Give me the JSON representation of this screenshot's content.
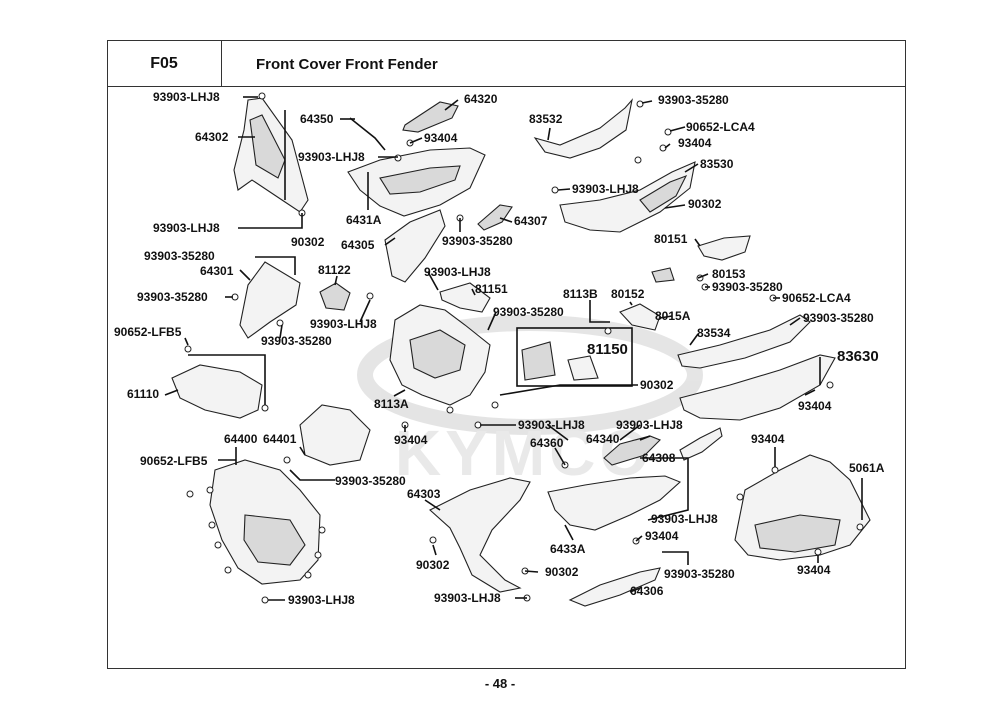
{
  "header": {
    "section_code": "F05",
    "title": "Front Cover  Front Fender"
  },
  "page_number": "- 48 -",
  "watermark": "KYMCO",
  "labels": {
    "l01": "93903-LHJ8",
    "l02": "64302",
    "l03": "93903-LHJ8",
    "l04": "90302",
    "l05": "64350",
    "l06": "64320",
    "l07": "93404",
    "l08": "93903-LHJ8",
    "l09": "6431A",
    "l10": "64305",
    "l11": "64307",
    "l12": "93903-35280",
    "l13": "83532",
    "l14": "93903-35280",
    "l15": "90652-LCA4",
    "l16": "93404",
    "l17": "83530",
    "l18": "93903-LHJ8",
    "l19": "90302",
    "l20": "80151",
    "l21": "93903-35280",
    "l22": "64301",
    "l23": "93903-35280",
    "l24": "81122",
    "l25": "93903-LHJ8",
    "l26": "93903-LHJ8",
    "l27": "81151",
    "l28": "93903-35280",
    "l29": "93903-35280",
    "l30": "8113B",
    "l31": "80152",
    "l32": "8015A",
    "l33": "80153",
    "l34": "93903-35280",
    "l35": "90652-LCA4",
    "l36": "83534",
    "l37": "93903-35280",
    "l38": "81150",
    "l39": "83630",
    "l40": "90652-LFB5",
    "l41": "61110",
    "l42": "8113A",
    "l43": "90302",
    "l44": "93404",
    "l45": "64400",
    "l46": "64401",
    "l47": "93404",
    "l48": "93903-LHJ8",
    "l49": "93903-LHJ8",
    "l50": "64340",
    "l51": "64360",
    "l52": "93404",
    "l53": "90652-LFB5",
    "l54": "93903-35280",
    "l55": "64308",
    "l56": "5061A",
    "l57": "64303",
    "l58": "93903-LHJ8",
    "l59": "6433A",
    "l60": "93404",
    "l61": "90302",
    "l62": "90302",
    "l63": "93903-35280",
    "l64": "93404",
    "l65": "93903-LHJ8",
    "l66": "64306",
    "l67": "93903-LHJ8"
  }
}
